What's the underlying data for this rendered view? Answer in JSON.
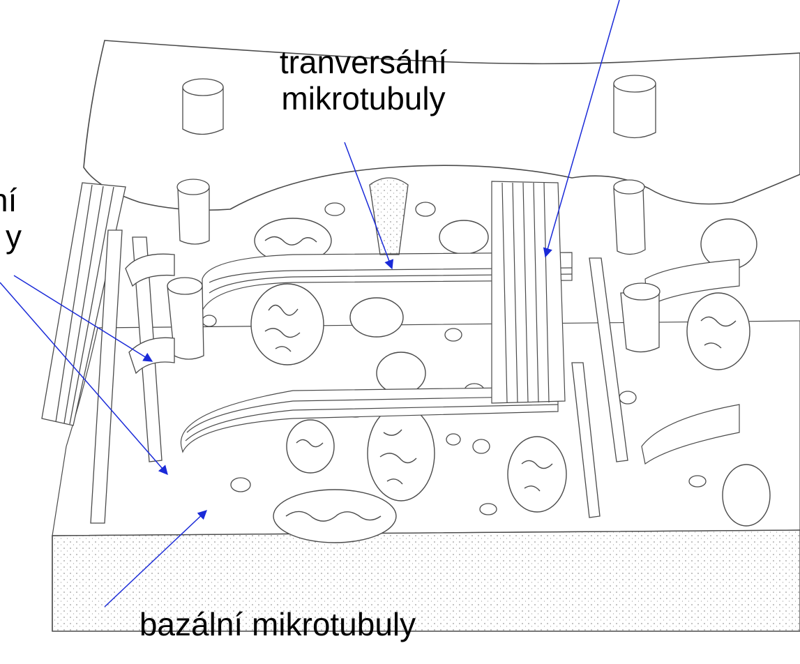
{
  "labels": {
    "transversal": {
      "line1": "tranversální",
      "line2": "mikrotubuly"
    },
    "left_partial": {
      "line1": "ní",
      "line2": "y"
    },
    "basal": "bazální mikrotubuly"
  },
  "colors": {
    "arrow": "#1a2ad8",
    "ink": "#4a4a4a"
  }
}
